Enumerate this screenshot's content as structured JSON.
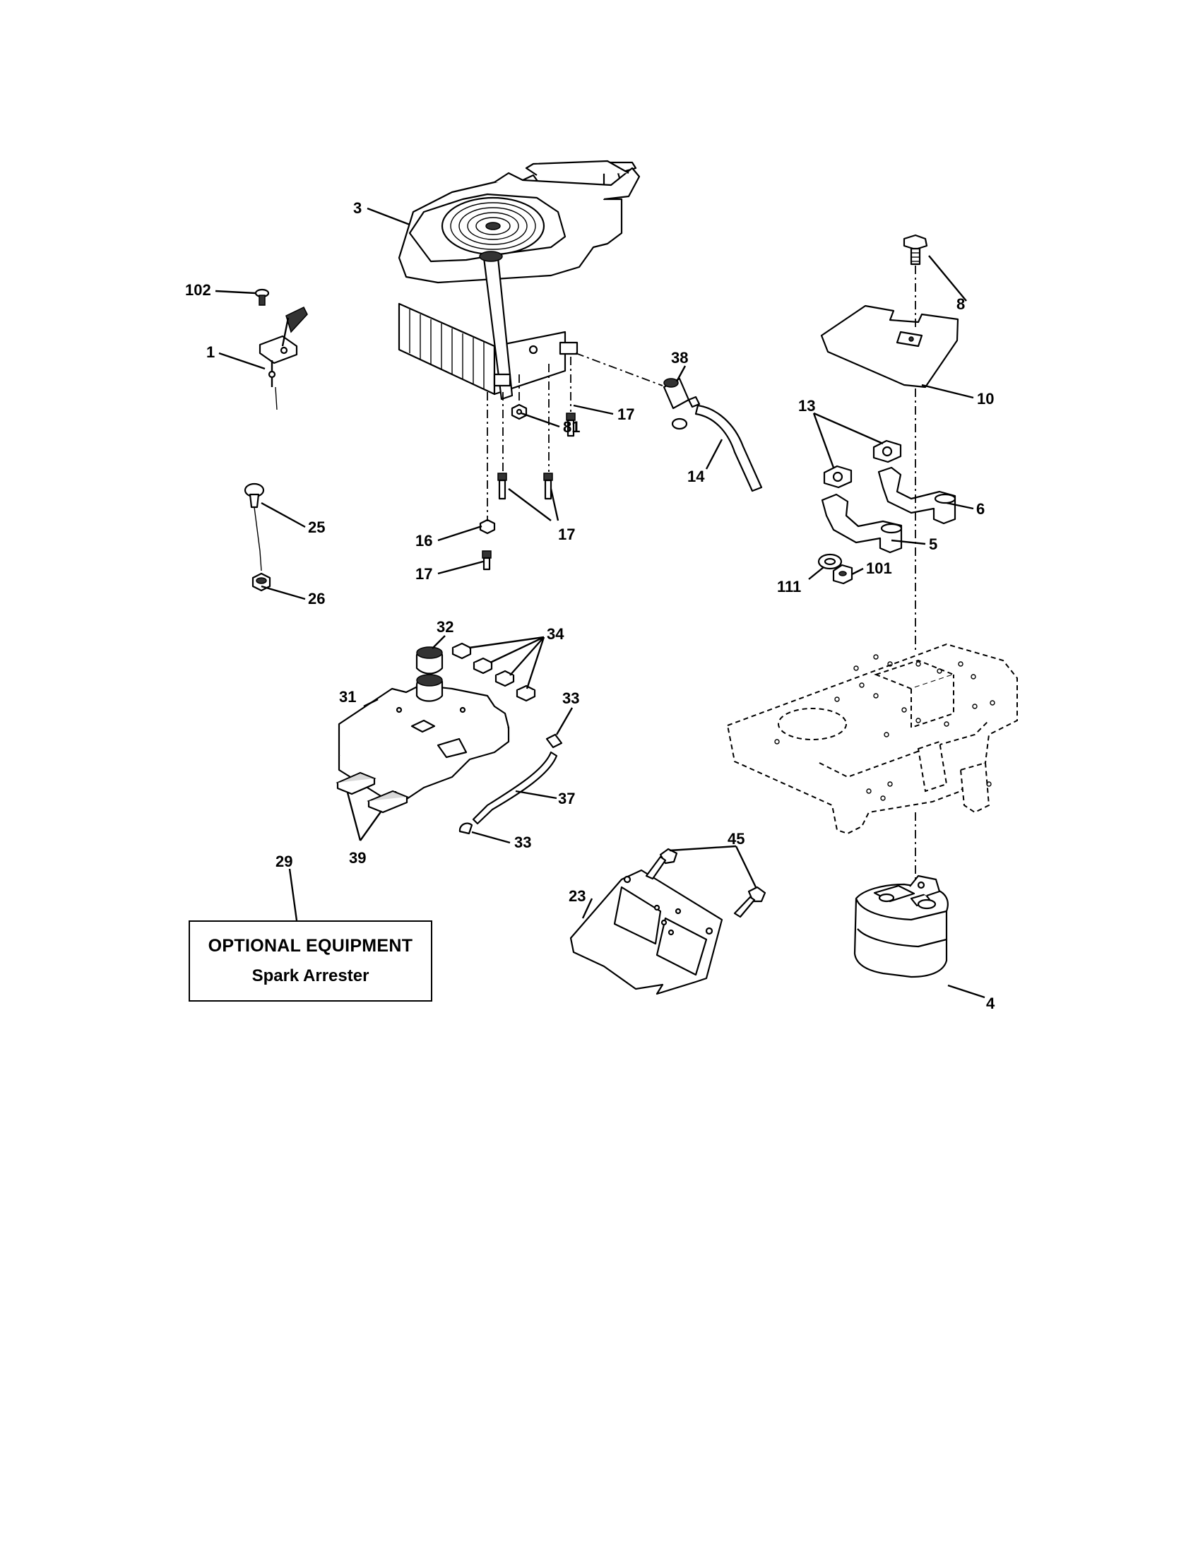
{
  "callouts": [
    {
      "id": "c3",
      "text": "3"
    },
    {
      "id": "c102",
      "text": "102"
    },
    {
      "id": "c1",
      "text": "1"
    },
    {
      "id": "c38",
      "text": "38"
    },
    {
      "id": "c8",
      "text": "8"
    },
    {
      "id": "c10",
      "text": "10"
    },
    {
      "id": "c17a",
      "text": "17"
    },
    {
      "id": "c81",
      "text": "81"
    },
    {
      "id": "c14",
      "text": "14"
    },
    {
      "id": "c13",
      "text": "13"
    },
    {
      "id": "c6",
      "text": "6"
    },
    {
      "id": "c5",
      "text": "5"
    },
    {
      "id": "c25",
      "text": "25"
    },
    {
      "id": "c17b",
      "text": "17"
    },
    {
      "id": "c16",
      "text": "16"
    },
    {
      "id": "c17c",
      "text": "17"
    },
    {
      "id": "c111",
      "text": "111"
    },
    {
      "id": "c101",
      "text": "101"
    },
    {
      "id": "c26",
      "text": "26"
    },
    {
      "id": "c32",
      "text": "32"
    },
    {
      "id": "c34",
      "text": "34"
    },
    {
      "id": "c31",
      "text": "31"
    },
    {
      "id": "c33a",
      "text": "33"
    },
    {
      "id": "c37",
      "text": "37"
    },
    {
      "id": "c33b",
      "text": "33"
    },
    {
      "id": "c39",
      "text": "39"
    },
    {
      "id": "c45",
      "text": "45"
    },
    {
      "id": "c29",
      "text": "29"
    },
    {
      "id": "c23",
      "text": "23"
    },
    {
      "id": "c4",
      "text": "4"
    }
  ],
  "optional_box": {
    "title": "OPTIONAL EQUIPMENT",
    "item": "Spark Arrester"
  }
}
